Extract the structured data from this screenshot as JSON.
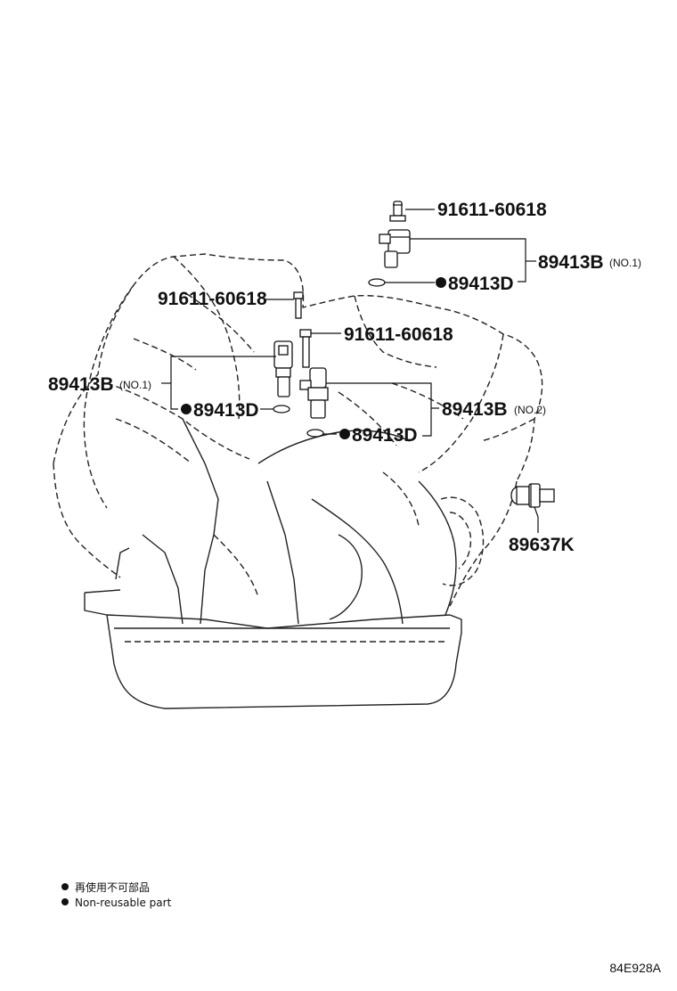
{
  "callouts": {
    "bolt_top": "91611-60618",
    "bolt_left": "91611-60618",
    "bolt_mid": "91611-60618",
    "sensor_top": "89413B",
    "sensor_top_note": "(NO.1)",
    "oring_top": "89413D",
    "sensor_left": "89413B",
    "sensor_left_note": "(NO.1)",
    "oring_left": "89413D",
    "sensor_right": "89413B",
    "sensor_right_note": "(NO.2)",
    "oring_right": "89413D",
    "speed_sensor": "89637K"
  },
  "legend": {
    "jp": "再使用不可部品",
    "en": "Non-reusable part"
  },
  "drawing_code": "84E928A"
}
